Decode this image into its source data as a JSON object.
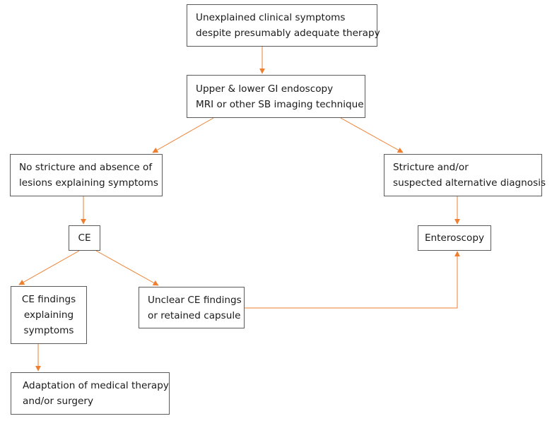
{
  "colors": {
    "arrow": "#ef7f2f",
    "box_border": "#5a5a5a"
  },
  "nodes": {
    "unexplained_symptoms": {
      "line1": "Unexplained clinical symptoms",
      "line2": "despite presumably adequate therapy"
    },
    "endoscopy": {
      "line1": "Upper & lower GI endoscopy",
      "line2": "MRI or other SB imaging technique"
    },
    "no_stricture": {
      "line1": "No stricture and absence of",
      "line2": "lesions explaining symptoms"
    },
    "stricture": {
      "line1": "Stricture and/or",
      "line2": "suspected alternative diagnosis"
    },
    "ce": {
      "label": "CE"
    },
    "enteroscopy": {
      "label": "Enteroscopy"
    },
    "ce_findings": {
      "line1": "CE findings",
      "line2": "explaining",
      "line3": "symptoms"
    },
    "unclear_findings": {
      "line1": "Unclear CE findings",
      "line2": "or retained capsule"
    },
    "adaptation": {
      "line1": "Adaptation of medical therapy",
      "line2": "and/or surgery"
    }
  }
}
